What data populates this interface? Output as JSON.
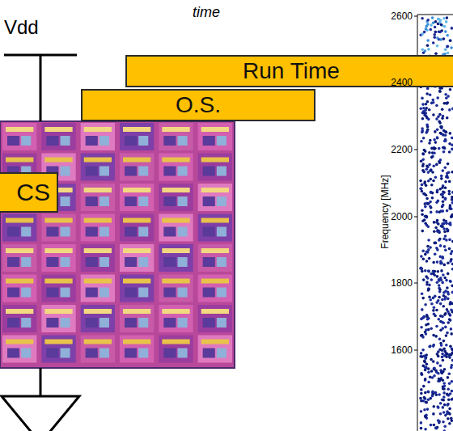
{
  "diagram": {
    "nodes": [
      {
        "text": [
          "Run Time"
        ]
      },
      {
        "text": [
          "O.S."
        ]
      },
      {
        "text": [
          "CS"
        ]
      }
    ],
    "labels": [
      "time",
      "Vdd",
      "2600",
      "2400",
      "2200",
      "2000",
      "1800",
      "1600",
      "Frequency [MHz]"
    ]
  }
}
